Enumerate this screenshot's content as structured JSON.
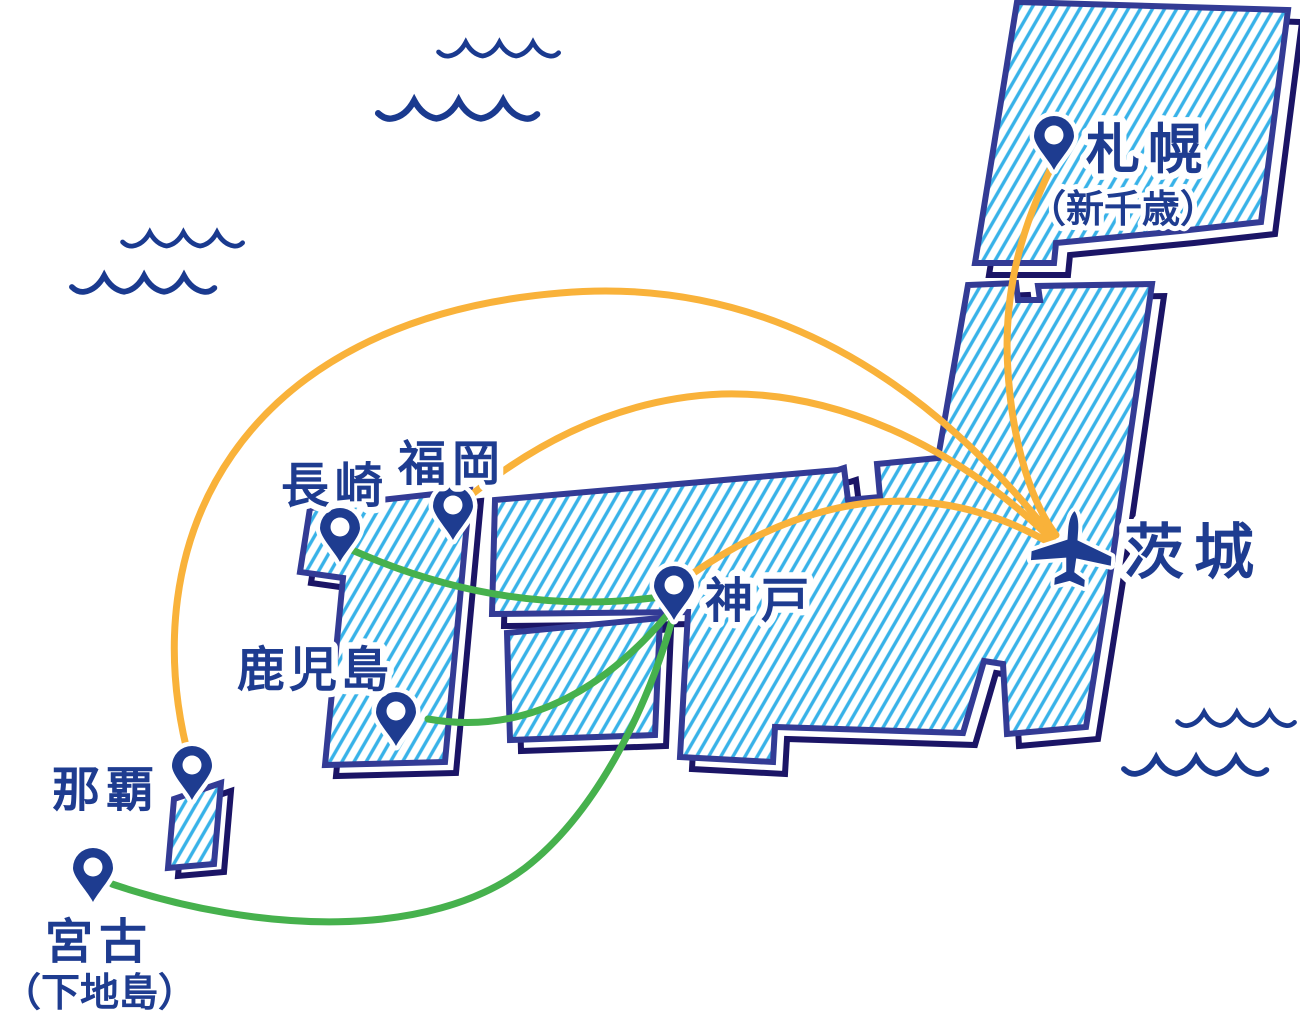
{
  "map": {
    "title_implicit": "茨城空港 就航路線図",
    "destination": {
      "label": "茨城",
      "icon": "airplane-icon"
    },
    "hub": {
      "label": "神戸",
      "icon": "map-pin-icon"
    },
    "labels": {
      "sapporo": "札幌",
      "sapporo_sub": "（新千歳）",
      "fukuoka": "福岡",
      "nagasaki": "長崎",
      "kobe": "神戸",
      "kagoshima": "鹿児島",
      "naha": "那覇",
      "miyako": "宮古",
      "miyako_sub": "（下地島）",
      "ibaraki": "茨城"
    },
    "routes": [
      {
        "from": "札幌（新千歳）",
        "to": "茨城",
        "color": "orange"
      },
      {
        "from": "福岡",
        "to": "茨城",
        "color": "orange"
      },
      {
        "from": "神戸",
        "to": "茨城",
        "color": "orange"
      },
      {
        "from": "那覇",
        "to": "茨城",
        "color": "orange"
      },
      {
        "from": "長崎",
        "to": "神戸",
        "color": "green"
      },
      {
        "from": "鹿児島",
        "to": "神戸",
        "color": "green"
      },
      {
        "from": "宮古（下地島）",
        "to": "神戸",
        "color": "green"
      }
    ],
    "regions": [
      "北海道",
      "本州",
      "四国",
      "九州",
      "沖縄"
    ],
    "icons": {
      "airplane": "airplane-icon",
      "pin": "map-pin-icon",
      "waves": "ocean-wave-icon"
    }
  },
  "colors": {
    "navy_text": "#1e3c90",
    "region_border": "#333b95",
    "region_shadow": "#1b1566",
    "hatch_stripe": "#38b2e8",
    "route_orange": "#f9b23a",
    "route_green": "#46b14d",
    "wave_navy": "#1a3a8f",
    "background": "#ffffff"
  }
}
